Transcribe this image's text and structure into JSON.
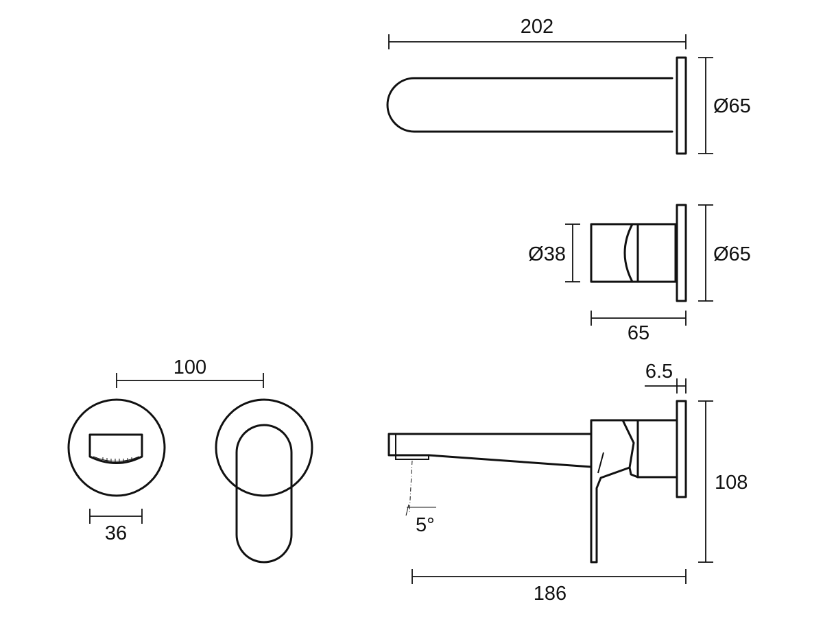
{
  "dimensions": {
    "spout_length": "202",
    "spout_plate_diameter": "Ø65",
    "handle_diameter": "Ø38",
    "handle_plate_diameter": "Ø65",
    "handle_depth": "65",
    "plate_thickness": "6.5",
    "assembly_height": "108",
    "assembly_length": "186",
    "spray_angle": "5°",
    "plate_spacing": "100",
    "aerator_width": "36"
  }
}
